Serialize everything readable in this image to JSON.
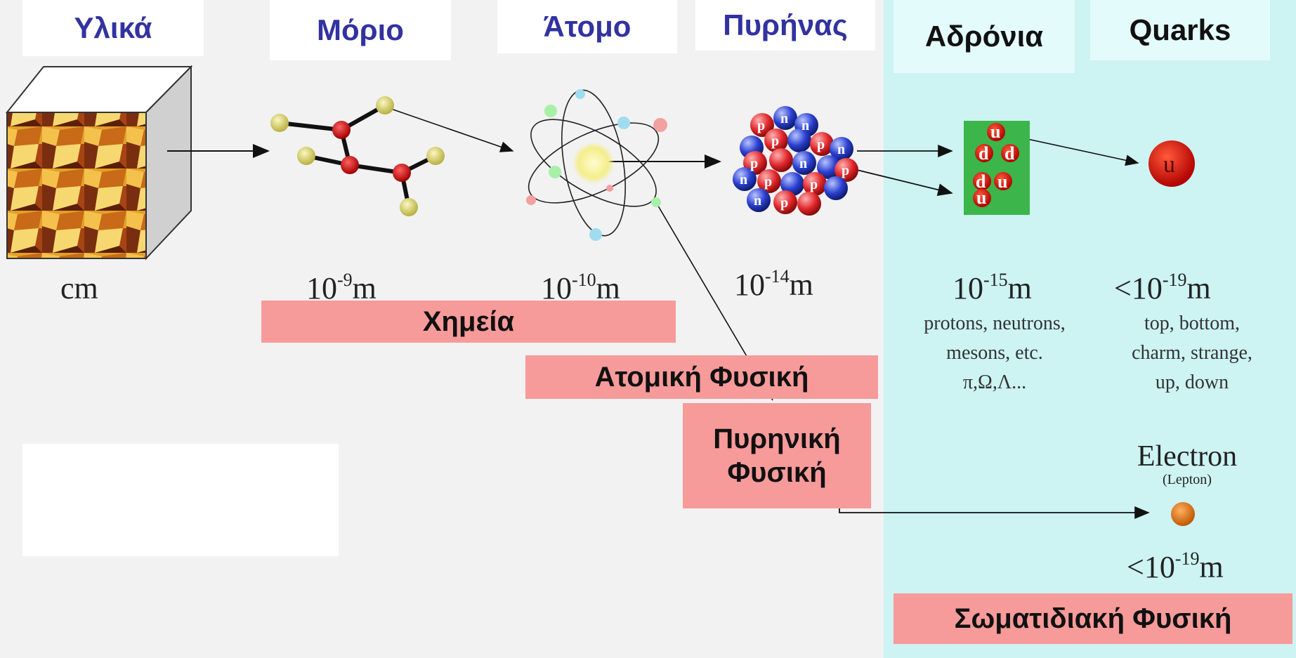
{
  "headers": {
    "materials": "Υλικά",
    "molecule": "Μόριο",
    "atom": "Άτομο",
    "nucleus": "Πυρήνας",
    "hadrons": "Αδρόνια",
    "quarks": "Quarks"
  },
  "scales": {
    "cm": "cm",
    "molecule_base": "10",
    "molecule_exp": "-9",
    "molecule_unit": "m",
    "atom_base": "10",
    "atom_exp": "-10",
    "atom_unit": "m",
    "nucleus_base": "10",
    "nucleus_exp": "-14",
    "nucleus_unit": "m",
    "hadron_base": "10",
    "hadron_exp": "-15",
    "hadron_unit": "m",
    "quark_base": "<10",
    "quark_exp": "-19",
    "quark_unit": "m",
    "electron_base": "<10",
    "electron_exp": "-19",
    "electron_unit": "m"
  },
  "descriptions": {
    "hadrons_line1": "protons, neutrons,",
    "hadrons_line2": "mesons, etc.",
    "hadrons_line3": "π,Ω,Λ...",
    "quarks_line1": "top, bottom,",
    "quarks_line2": "charm, strange,",
    "quarks_line3": "up, down"
  },
  "electron": {
    "name": "Electron",
    "type": "(Lepton)"
  },
  "fields": {
    "chemistry": "Χημεία",
    "atomic": "Ατομική Φυσική",
    "nuclear_line1": "Πυρηνική",
    "nuclear_line2": "Φυσική",
    "particle": "Σωματιδιακή Φυσική"
  },
  "particle_letters": {
    "p": "p",
    "n": "n",
    "u": "u",
    "d": "d"
  },
  "colors": {
    "header_text": "#3232a0",
    "band": "#f79a9a",
    "panel": "#cdf3f3",
    "proton": "#e0282c",
    "neutron": "#2a3fd0",
    "electron": "#e07a1c"
  }
}
